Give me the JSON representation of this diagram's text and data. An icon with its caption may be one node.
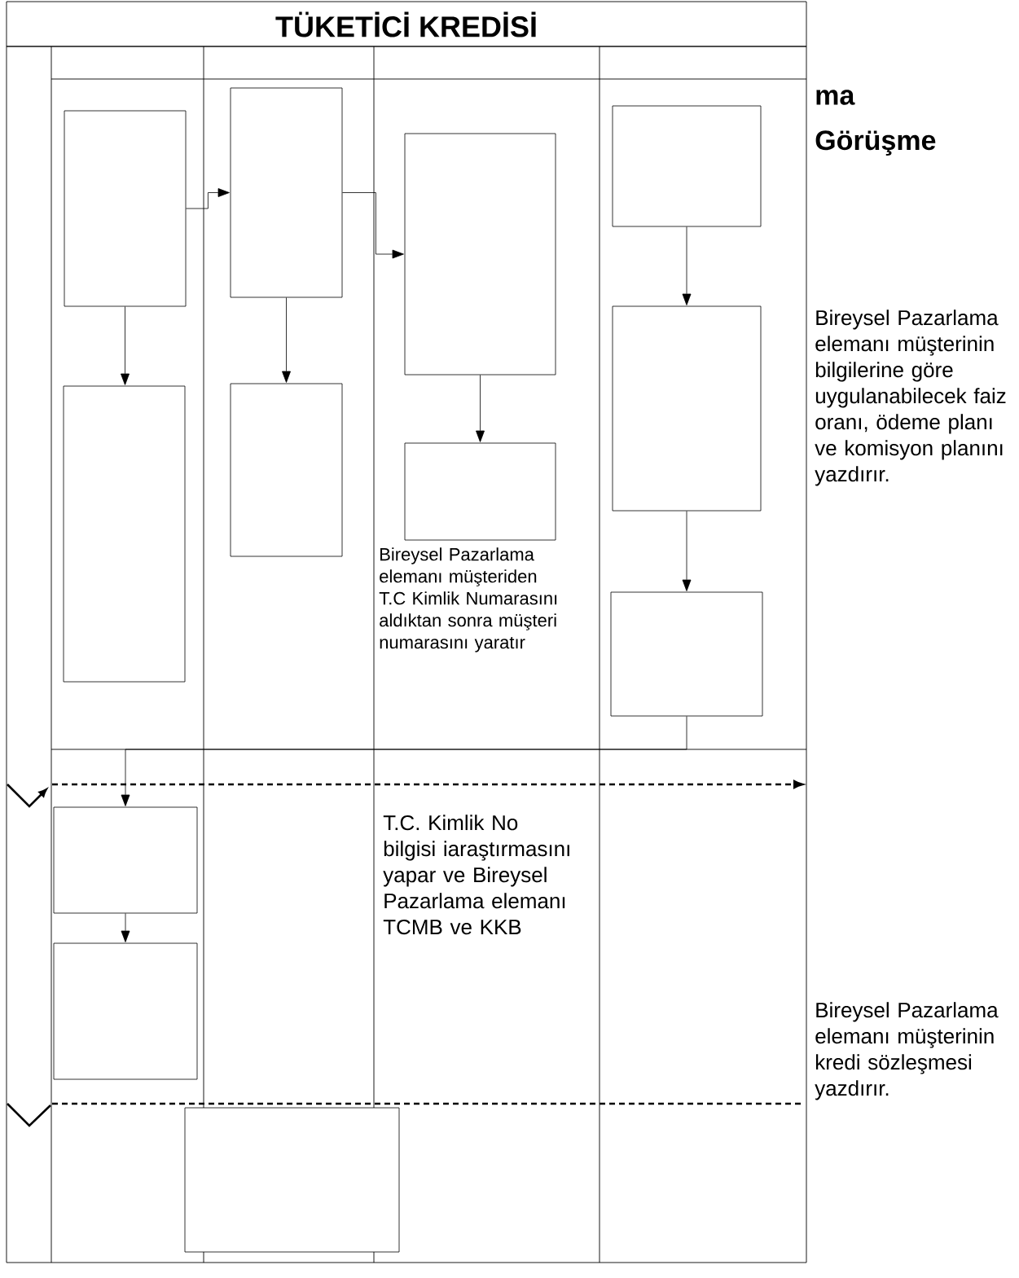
{
  "diagram": {
    "title": "TÜKETİCİ KREDİSİ",
    "nodes": [
      {
        "text": [],
        "shape": "box"
      },
      {
        "text": [],
        "shape": "box"
      },
      {
        "text": [],
        "shape": "box"
      },
      {
        "text": [],
        "shape": "box"
      },
      {
        "text": [],
        "shape": "box"
      },
      {
        "text": [],
        "shape": "box"
      },
      {
        "text": [],
        "shape": "box"
      },
      {
        "text": [],
        "shape": "box"
      },
      {
        "text": [],
        "shape": "box"
      },
      {
        "text": [],
        "shape": "box"
      },
      {
        "text": [],
        "shape": "box"
      },
      {
        "text": [],
        "shape": "box"
      }
    ],
    "edges": [
      {
        "from": 0,
        "to": 1,
        "arrow": "to"
      },
      {
        "from": 1,
        "to": 2,
        "arrow": "to"
      },
      {
        "from": 0,
        "to": 4,
        "arrow": "to"
      },
      {
        "from": 1,
        "to": 5,
        "arrow": "to"
      },
      {
        "from": 2,
        "to": 6,
        "arrow": "to"
      },
      {
        "from": 3,
        "to": 7,
        "arrow": "to"
      },
      {
        "from": 7,
        "to": 8,
        "arrow": "to"
      },
      {
        "from": 8,
        "to": 9,
        "arrow": "to"
      },
      {
        "from": 9,
        "to": 10,
        "arrow": "to"
      }
    ],
    "labels": [
      "ma",
      "Görüşme",
      "Bireysel Pazarlama elemanı müşteriden T.C Kimlik Numarasını aldıktan sonra müşteri numarasını yaratır",
      "Bireysel Pazarlama elemanı müşterinin bilgilerine göre uygulanabilecek faiz oranı, ödeme planı ve komisyon planını yazdırır.",
      "T.C. Kimlik No bilgisi iaraştırmasını yapar ve Bireysel Pazarlama elemanı TCMB ve KKB",
      "Bireysel Pazarlama elemanı müşterinin kredi sözleşmesi yazdırır."
    ]
  }
}
